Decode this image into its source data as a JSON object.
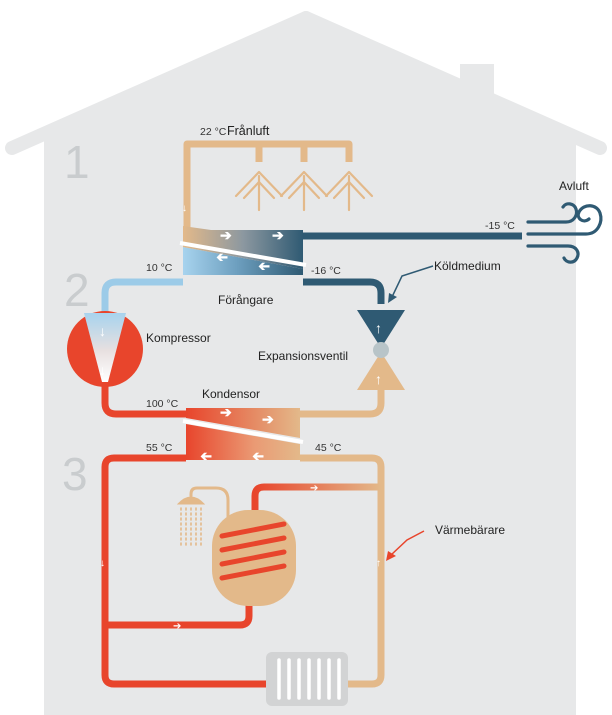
{
  "labels": {
    "franluft": "Frånluft",
    "avluft": "Avluft",
    "koldmedium": "Köldmedium",
    "forangare": "Förångare",
    "kompressor": "Kompressor",
    "expansionsventil": "Expansionsventil",
    "kondensor": "Kondensor",
    "varmebarare": "Värmebärare"
  },
  "temperatures": {
    "exhaust_in": "22 °C",
    "exhaust_out": "-15 °C",
    "evaporator_left": "10 °C",
    "evaporator_right": "-16 °C",
    "condenser_in": "100 °C",
    "heating_out": "55 °C",
    "heating_return": "45 °C"
  },
  "sections": [
    "1",
    "2",
    "3"
  ],
  "colors": {
    "house": "#e7e8e9",
    "warm_air": "#e3b98a",
    "cold_refrigerant": "#2f5a73",
    "light_blue": "#9ccbe8",
    "hot_red": "#e8452c",
    "section_number": "#c9ccce"
  },
  "icons": [
    "shower-icon",
    "radiator-icon",
    "wind-icon",
    "compressor-icon",
    "valve-icon",
    "tank-icon"
  ]
}
